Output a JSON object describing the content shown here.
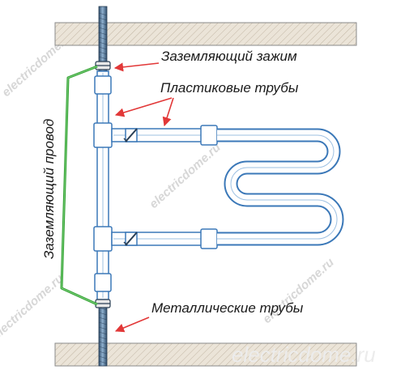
{
  "labels": {
    "ground_clamp": "Заземляющий зажим",
    "plastic_pipes": "Пластиковые трубы",
    "metal_pipes": "Металлические трубы",
    "ground_wire": "Заземляющий провод"
  },
  "watermarks": {
    "site": "electricdome.ru",
    "bottom": "electricdome.ru"
  },
  "colors": {
    "pipe_outline": "#3b78b8",
    "pipe_fill": "#ffffff",
    "ground_wire": "#2e9e2e",
    "arrow": "#e23838",
    "wall_fill": "#ebe4d8",
    "wall_hatch": "#b9ad9c",
    "wall_border": "#8a8a8a",
    "riser_pipe": "#4a6a8a"
  },
  "icons": [
    "ground-clamp-icon",
    "valve-icon",
    "coupling-icon"
  ]
}
